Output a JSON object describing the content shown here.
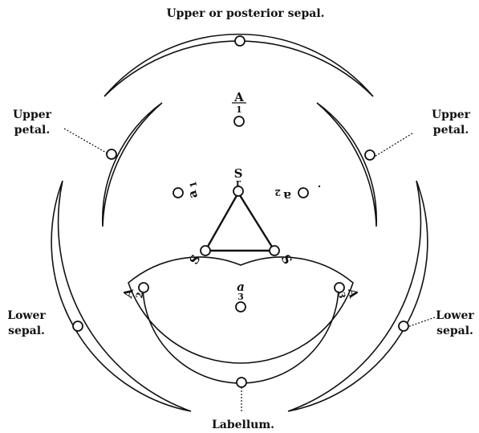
{
  "labels": {
    "top_sepal": "Upper or posterior sepal.",
    "upper_petal_left": [
      "Upper",
      "petal."
    ],
    "upper_petal_right": [
      "Upper",
      "petal."
    ],
    "lower_sepal_left": [
      "Lower",
      "sepal."
    ],
    "lower_sepal_right": [
      "Lower",
      "sepal."
    ],
    "labellum": "Labellum."
  },
  "symbols": {
    "anther_top": "A",
    "anther_top_sub": "1",
    "stigma_top": "S",
    "stigma_top_sub": "r",
    "stigma_left": "S",
    "stigma_right": "S",
    "anther_a3_label": "a",
    "anther_a3_sub": "3",
    "a1_left": "a",
    "a1_left_sub": "1",
    "a2_right": "a",
    "a2_right_sub": "2",
    "A2_left": "A",
    "A2_left_sub": "2",
    "A3_right": "A",
    "A3_right_sub": "3"
  }
}
